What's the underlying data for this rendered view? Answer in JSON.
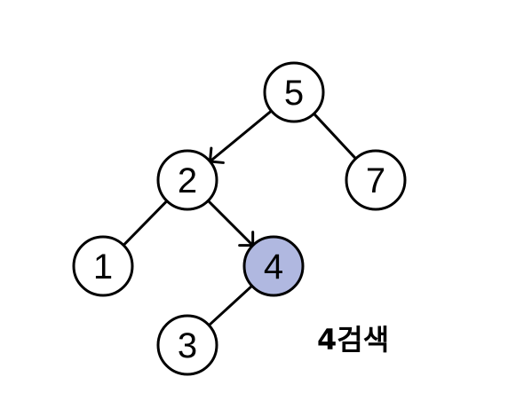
{
  "tree": {
    "nodes": [
      {
        "id": "n5",
        "label": "5",
        "highlighted": false
      },
      {
        "id": "n2",
        "label": "2",
        "highlighted": false
      },
      {
        "id": "n7",
        "label": "7",
        "highlighted": false
      },
      {
        "id": "n1",
        "label": "1",
        "highlighted": false
      },
      {
        "id": "n4",
        "label": "4",
        "highlighted": true
      },
      {
        "id": "n3",
        "label": "3",
        "highlighted": false
      }
    ],
    "edges": [
      {
        "from": "n5",
        "to": "n2",
        "arrow": true
      },
      {
        "from": "n5",
        "to": "n7",
        "arrow": false
      },
      {
        "from": "n2",
        "to": "n1",
        "arrow": false
      },
      {
        "from": "n2",
        "to": "n4",
        "arrow": true
      },
      {
        "from": "n4",
        "to": "n3",
        "arrow": false
      }
    ]
  },
  "caption": "4검색",
  "colors": {
    "highlight": "#b0b8e0",
    "node_fill": "#ffffff",
    "stroke": "#000000"
  }
}
